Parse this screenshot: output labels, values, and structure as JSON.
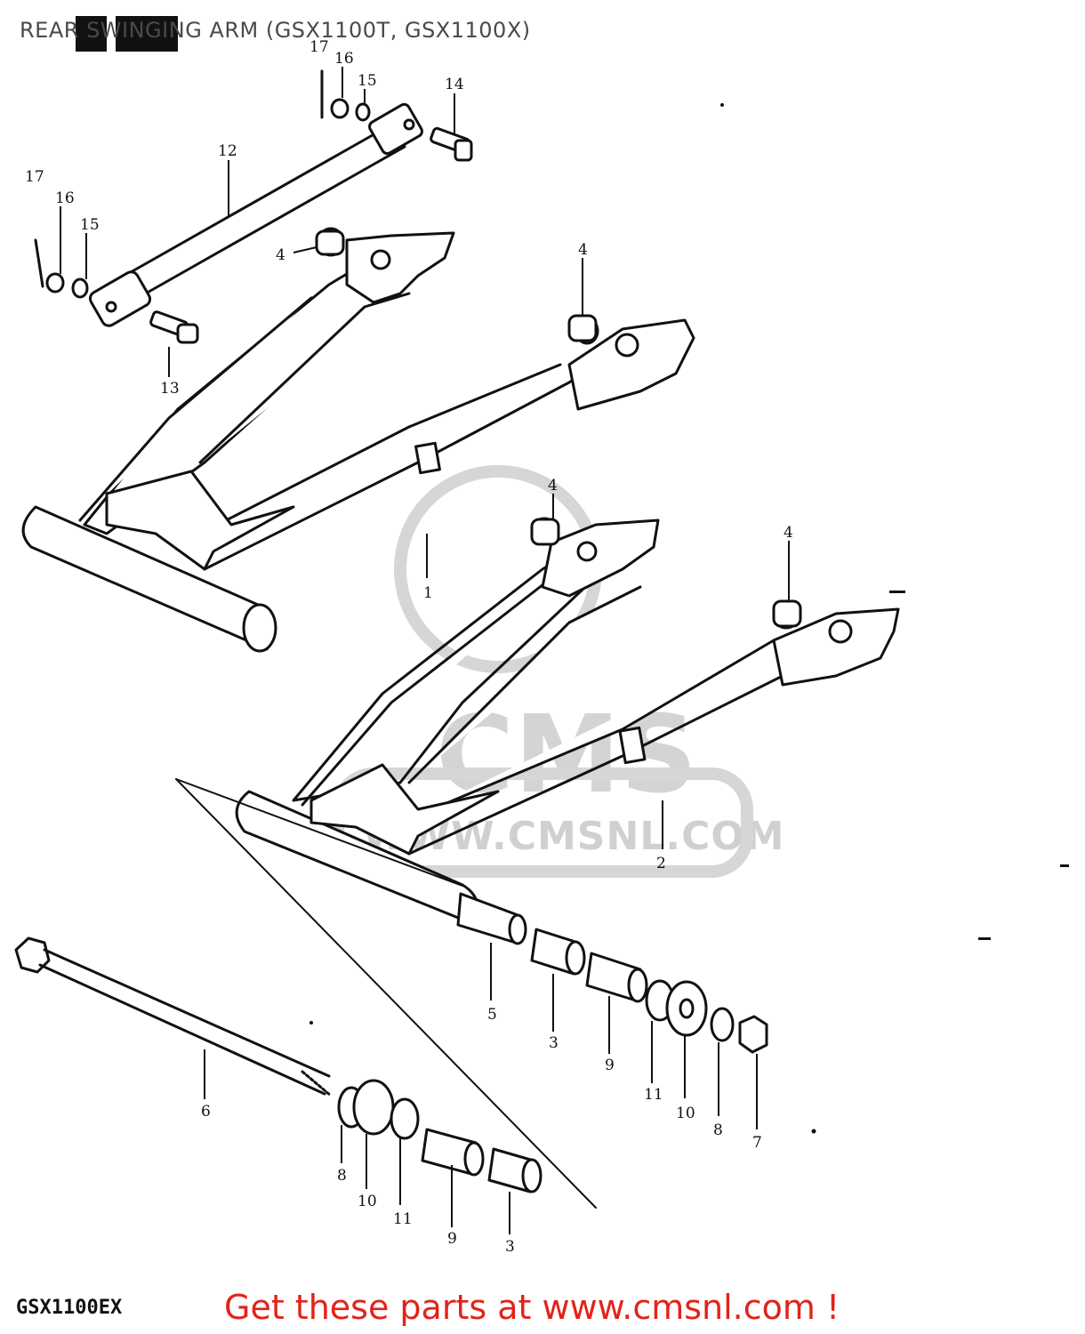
{
  "title": "REAR SWINGING ARM (GSX1100T, GSX1100X)",
  "model_code": "GSX1100EX",
  "cta_text": "Get these parts at www.cmsnl.com !",
  "watermark": {
    "logo_text": "CMS",
    "url_text": "WWW.CMSNL.COM"
  },
  "colors": {
    "line": "#111111",
    "cta": "#e2231a",
    "watermark": "#d0d0d0"
  },
  "callouts": {
    "c1": "1",
    "c2": "2",
    "c3a": "3",
    "c3b": "3",
    "c4a": "4",
    "c4b": "4",
    "c4c": "4",
    "c4d": "4",
    "c5": "5",
    "c6": "6",
    "c7": "7",
    "c8a": "8",
    "c8b": "8",
    "c9a": "9",
    "c9b": "9",
    "c10a": "10",
    "c10b": "10",
    "c11a": "11",
    "c11b": "11",
    "c12": "12",
    "c13": "13",
    "c14": "14",
    "c15a": "15",
    "c15b": "15",
    "c16a": "16",
    "c16b": "16",
    "c17a": "17",
    "c17b": "17"
  }
}
